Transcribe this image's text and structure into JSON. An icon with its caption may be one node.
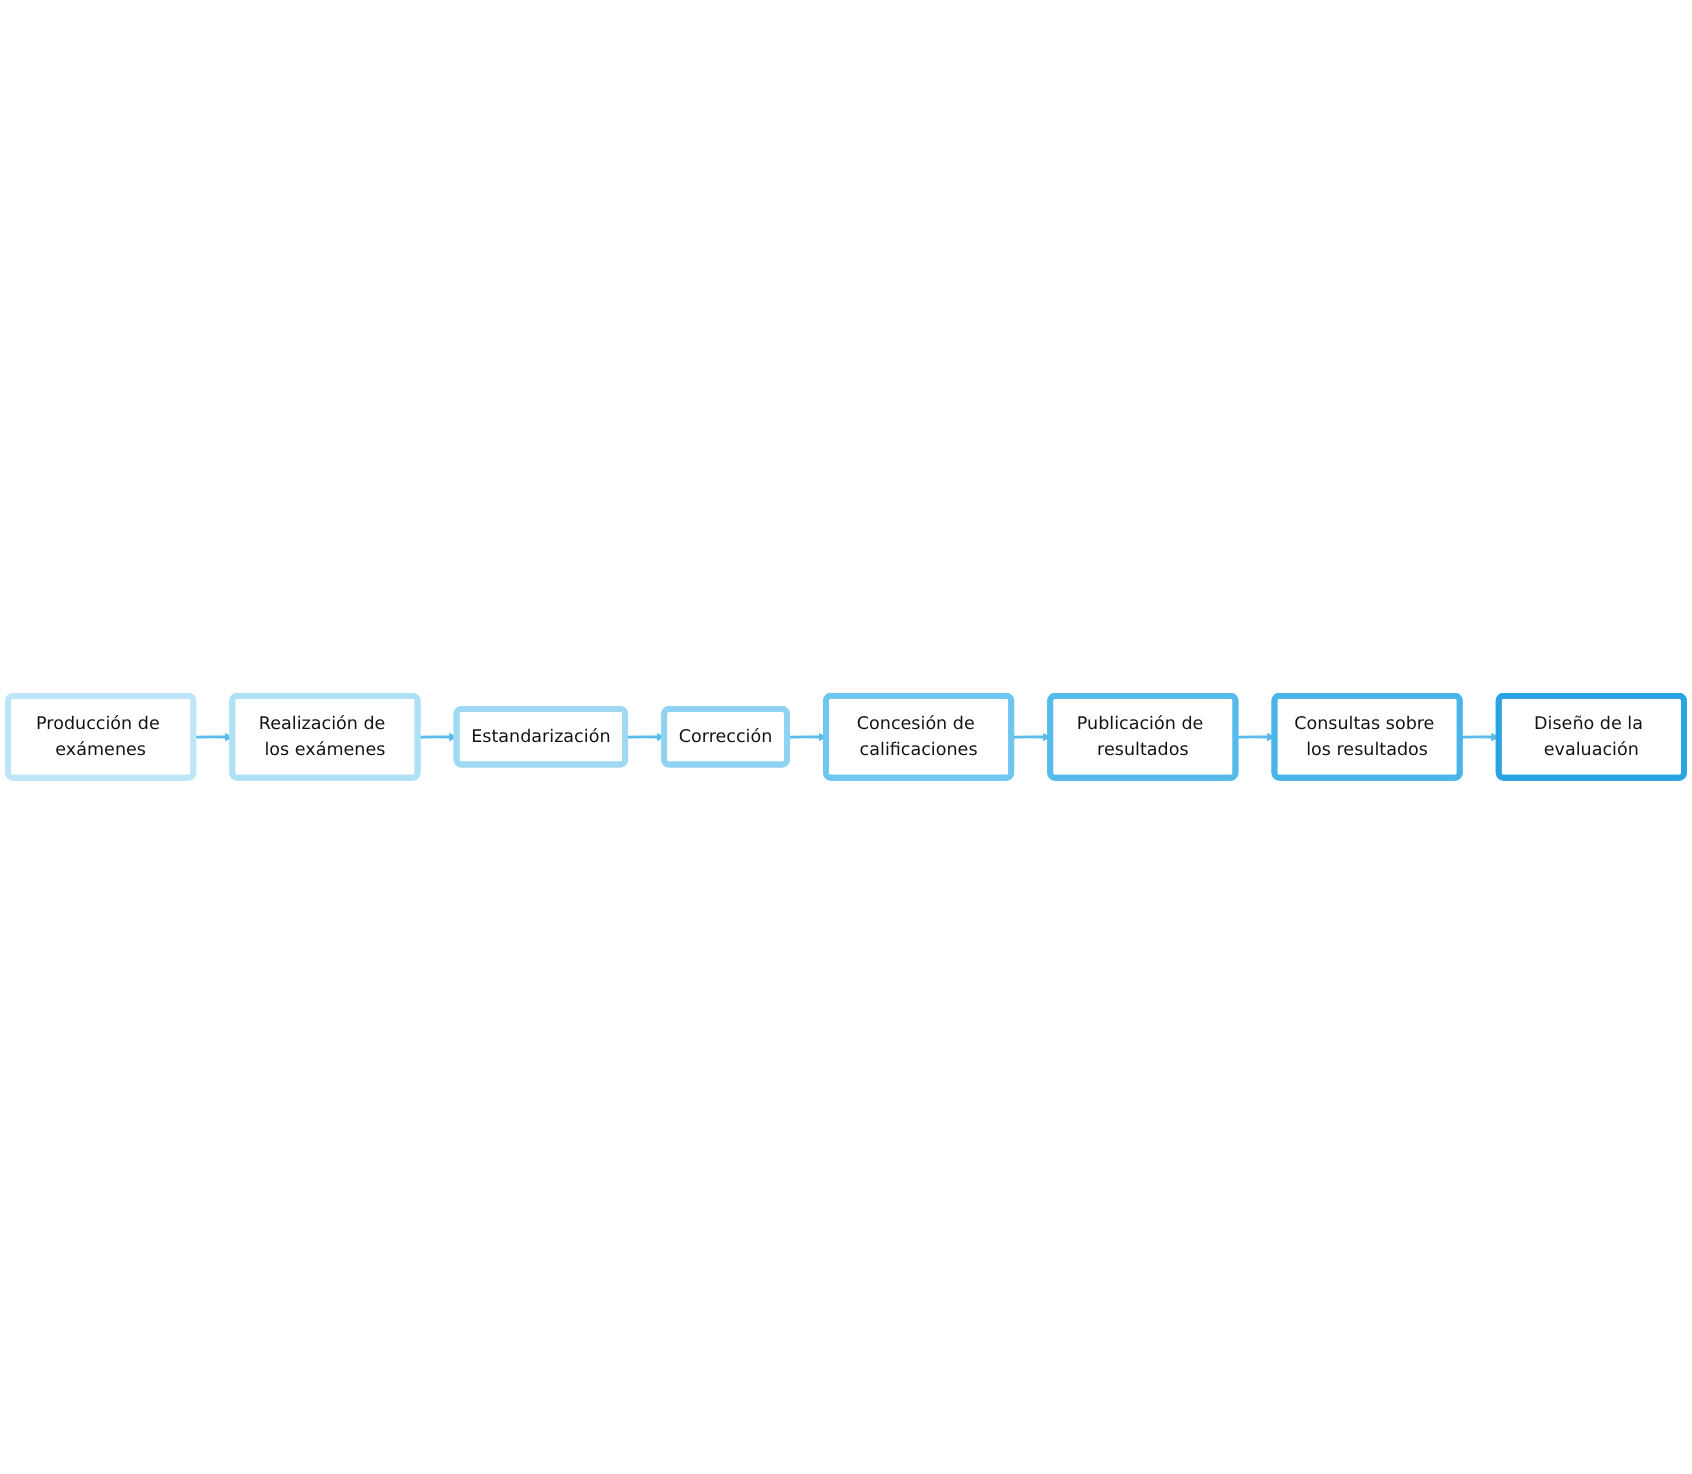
{
  "diagram": {
    "nodes": [
      {
        "text": [
          "Producción de exámenes"
        ]
      },
      {
        "text": [
          "Realización de los exámenes"
        ]
      },
      {
        "text": [
          "Estandarización"
        ]
      },
      {
        "text": [
          "Corrección"
        ]
      },
      {
        "text": [
          "Concesión de calificaciones"
        ]
      },
      {
        "text": [
          "Publicación de resultados"
        ]
      },
      {
        "text": [
          "Consultas sobre los resultados"
        ]
      },
      {
        "text": [
          "Diseño de la evaluación"
        ]
      }
    ],
    "edges": [
      {
        "from": 0,
        "to": 1,
        "arrow": "to"
      },
      {
        "from": 1,
        "to": 2,
        "arrow": "to"
      },
      {
        "from": 2,
        "to": 3,
        "arrow": "to"
      },
      {
        "from": 3,
        "to": 4,
        "arrow": "to"
      },
      {
        "from": 4,
        "to": 5,
        "arrow": "to"
      },
      {
        "from": 5,
        "to": 6,
        "arrow": "to"
      },
      {
        "from": 6,
        "to": 7,
        "arrow": "to"
      }
    ]
  }
}
